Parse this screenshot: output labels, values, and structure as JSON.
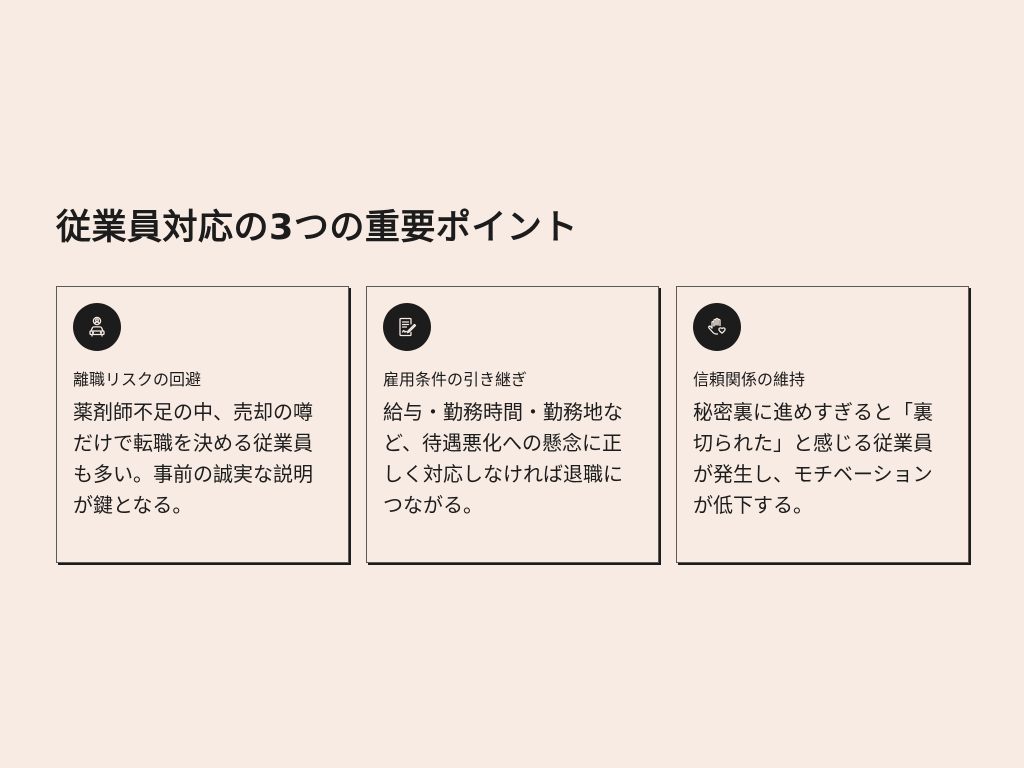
{
  "title": "従業員対応の3つの重要ポイント",
  "colors": {
    "background": "#f8ebe3",
    "text": "#1c1c1c",
    "icon_circle": "#1c1c1c",
    "icon_stroke": "#f8ebe3",
    "card_border": "#5a5a5a",
    "card_shadow": "#1c1c1c"
  },
  "cards": [
    {
      "icon": "person-car-icon",
      "heading": "離職リスクの回避",
      "body": "薬剤師不足の中、売却の噂だけで転職を決める従業員も多い。事前の誠実な説明が鍵となる。"
    },
    {
      "icon": "contract-sign-icon",
      "heading": "雇用条件の引き継ぎ",
      "body": "給与・勤務時間・勤務地など、待遇悪化への懸念に正しく対応しなければ退職につながる。"
    },
    {
      "icon": "hand-heart-icon",
      "heading": "信頼関係の維持",
      "body": "秘密裏に進めすぎると「裏切られた」と感じる従業員が発生し、モチベーションが低下する。"
    }
  ]
}
